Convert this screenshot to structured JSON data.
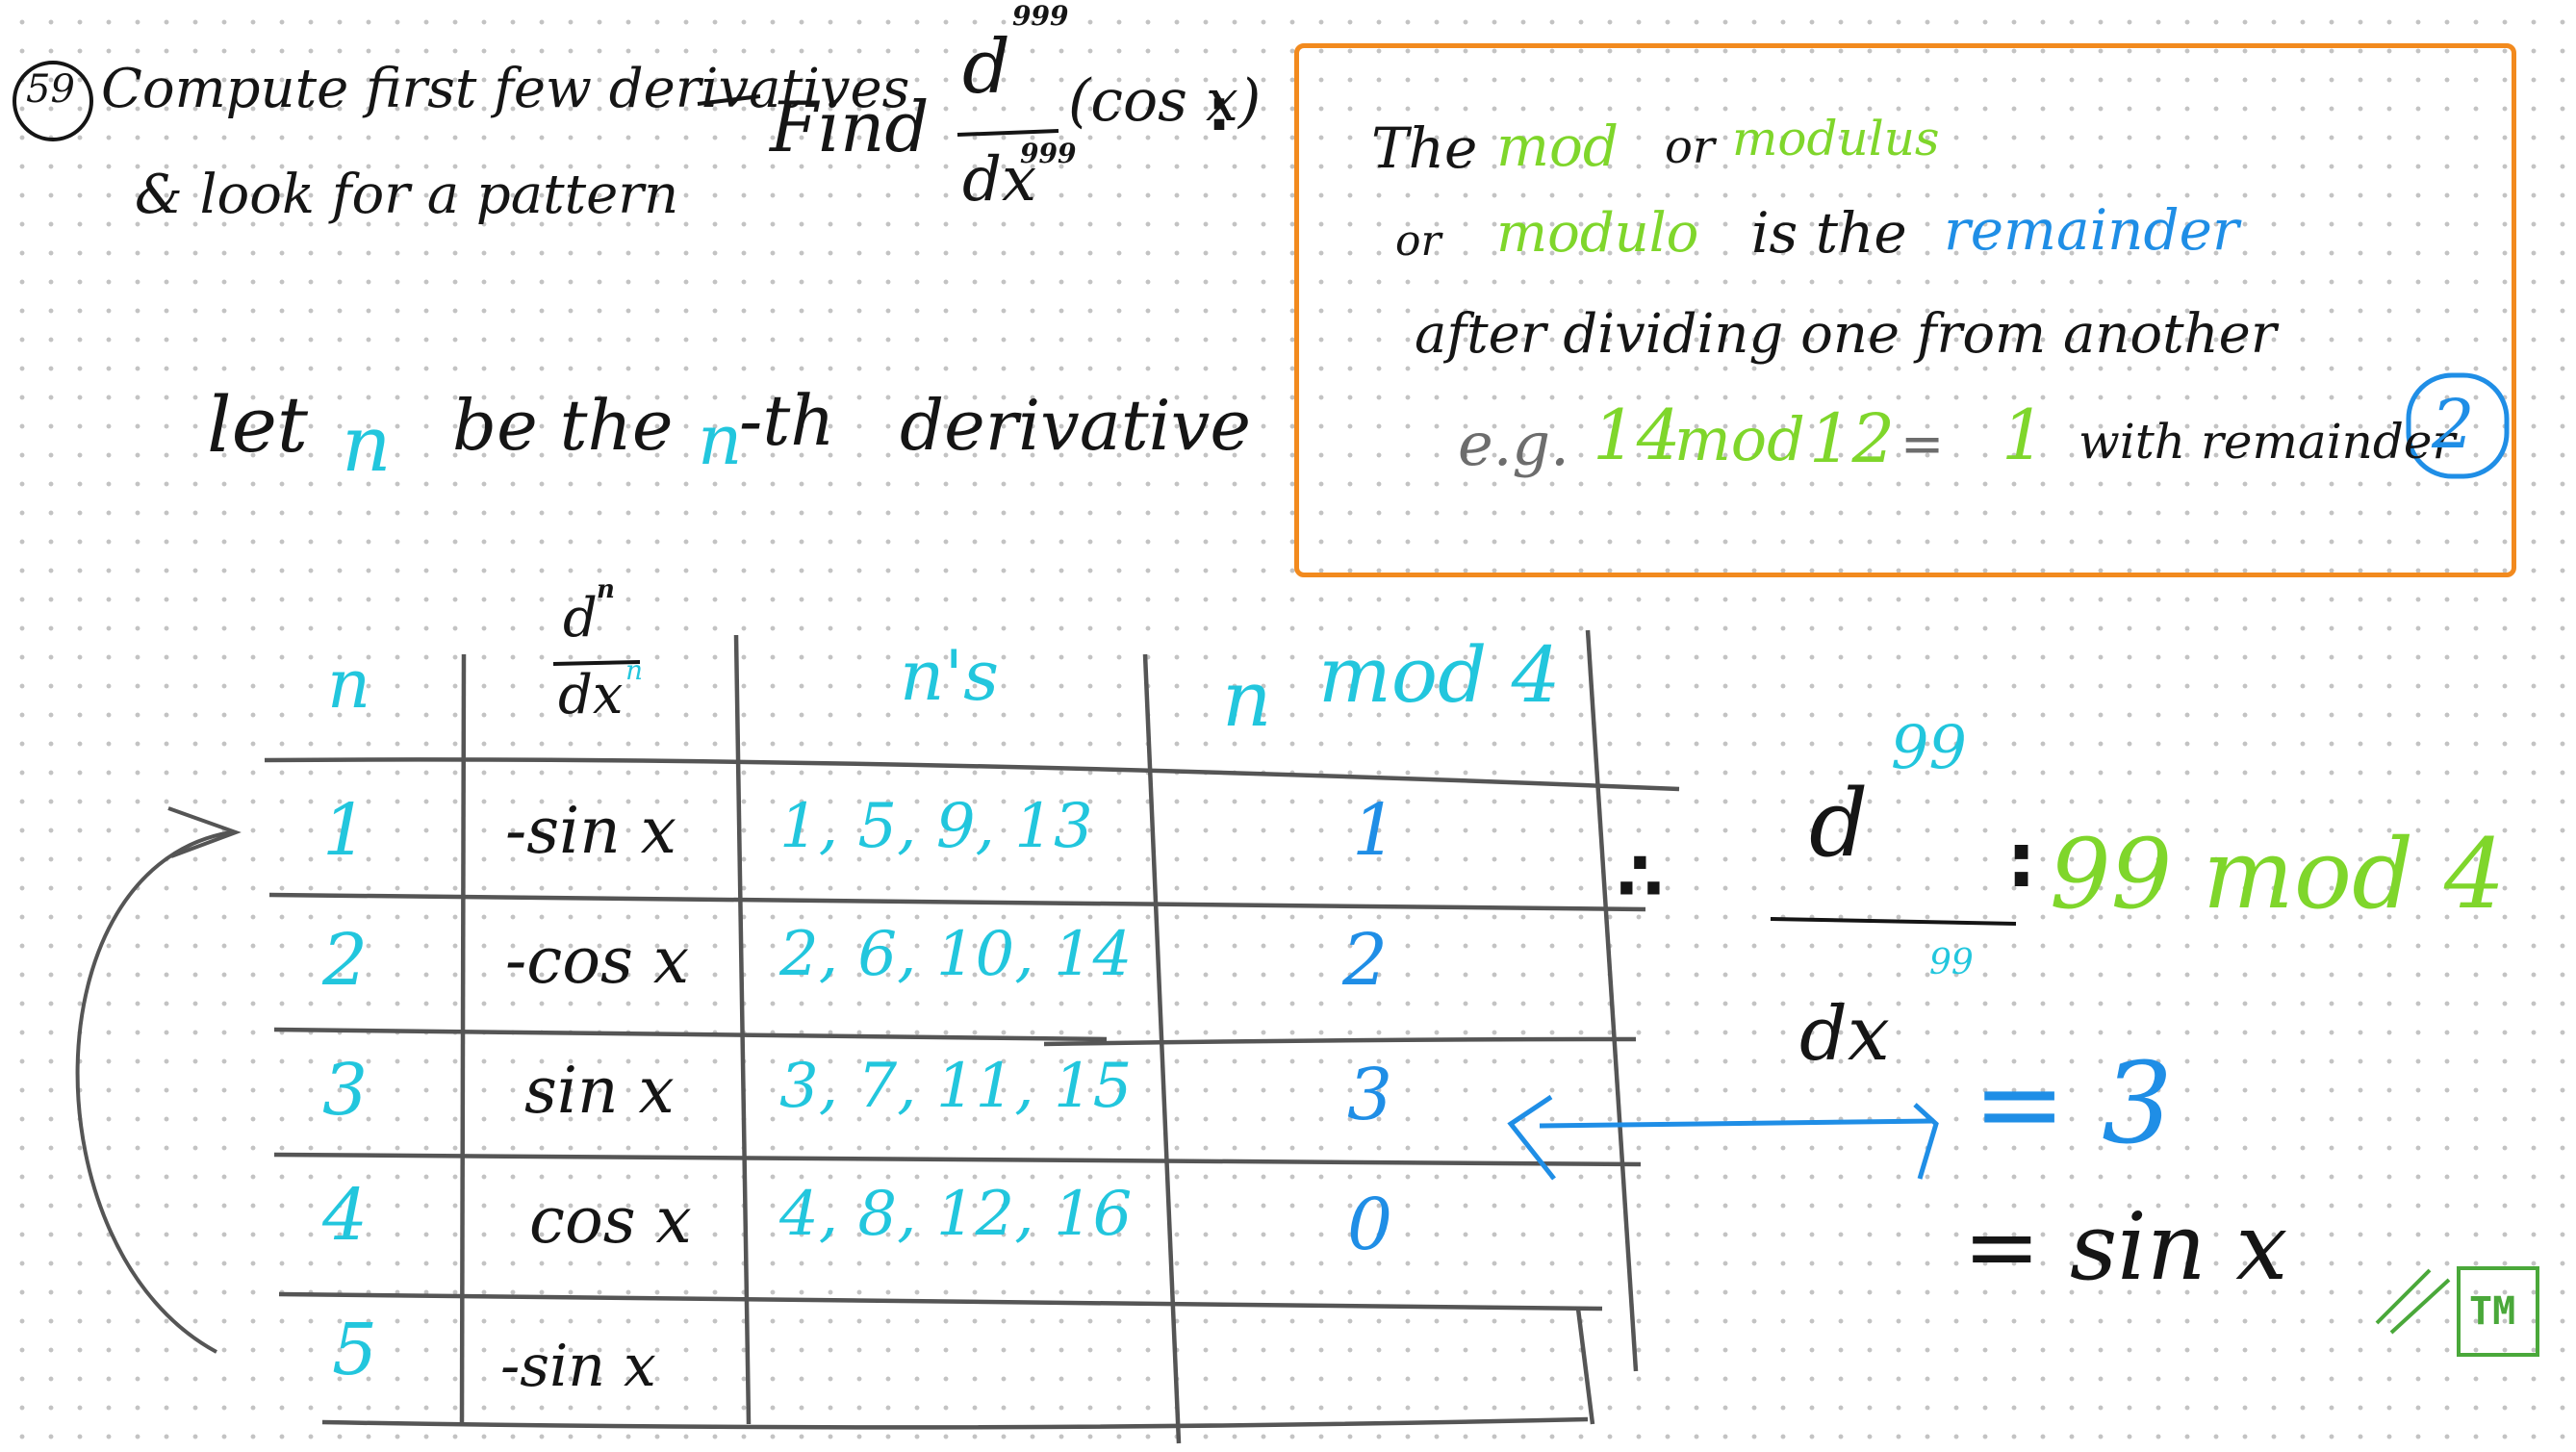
{
  "problem": {
    "number": "59",
    "text_line1": "Compute first few derivatives",
    "text_line2": "& look for a pattern",
    "find_label": "Find",
    "d_top": "d",
    "d_top_exp": "999",
    "d_bottom": "dx",
    "d_bottom_exp": "999",
    "func": "(cos x)",
    "colon": ":"
  },
  "let_line": {
    "let": "let",
    "n1": "n",
    "mid": "be the",
    "n2": "n",
    "th": "-th",
    "derivative": "derivative"
  },
  "mod_box": {
    "line1_the": "The",
    "line1_mod": "mod",
    "line1_or": "or",
    "line1_modulus": "modulus",
    "line2_or": "or",
    "line2_modulo": "modulo",
    "line2_is_the": "is the",
    "line2_remainder": "remainder",
    "line3": "after dividing one from another",
    "ex_eg": "e.g.",
    "ex_14": "14",
    "ex_mod": "mod",
    "ex_12": "12",
    "ex_eq": "=",
    "ex_1": "1",
    "ex_with": "with remainder",
    "ex_2": "2"
  },
  "table": {
    "headers": {
      "n": "n",
      "deriv_top": "d",
      "deriv_top_exp": "n",
      "deriv_bottom": "dx",
      "deriv_bottom_exp": "n",
      "ns": "n's",
      "nmod_n": "n",
      "nmod_mod4": "mod 4"
    },
    "rows": [
      {
        "n": "1",
        "deriv": "-sin x",
        "ns": "1, 5, 9, 13",
        "mod": "1"
      },
      {
        "n": "2",
        "deriv": "-cos x",
        "ns": "2, 6, 10, 14",
        "mod": "2"
      },
      {
        "n": "3",
        "deriv": "sin x",
        "ns": "3, 7, 11, 15",
        "mod": "3"
      },
      {
        "n": "4",
        "deriv": "cos x",
        "ns": "4, 8, 12, 16",
        "mod": "0"
      },
      {
        "n": "5",
        "deriv": "-sin x",
        "ns": "",
        "mod": ""
      }
    ]
  },
  "solution": {
    "therefore": "∴",
    "d_top": "d",
    "d_top_exp": "99",
    "d_bottom": "dx",
    "d_bottom_exp": "99",
    "colon": ":",
    "mod_expr": "99 mod 4",
    "eq3": "= 3",
    "eq_sin": "= sin x",
    "tm": "TM"
  }
}
